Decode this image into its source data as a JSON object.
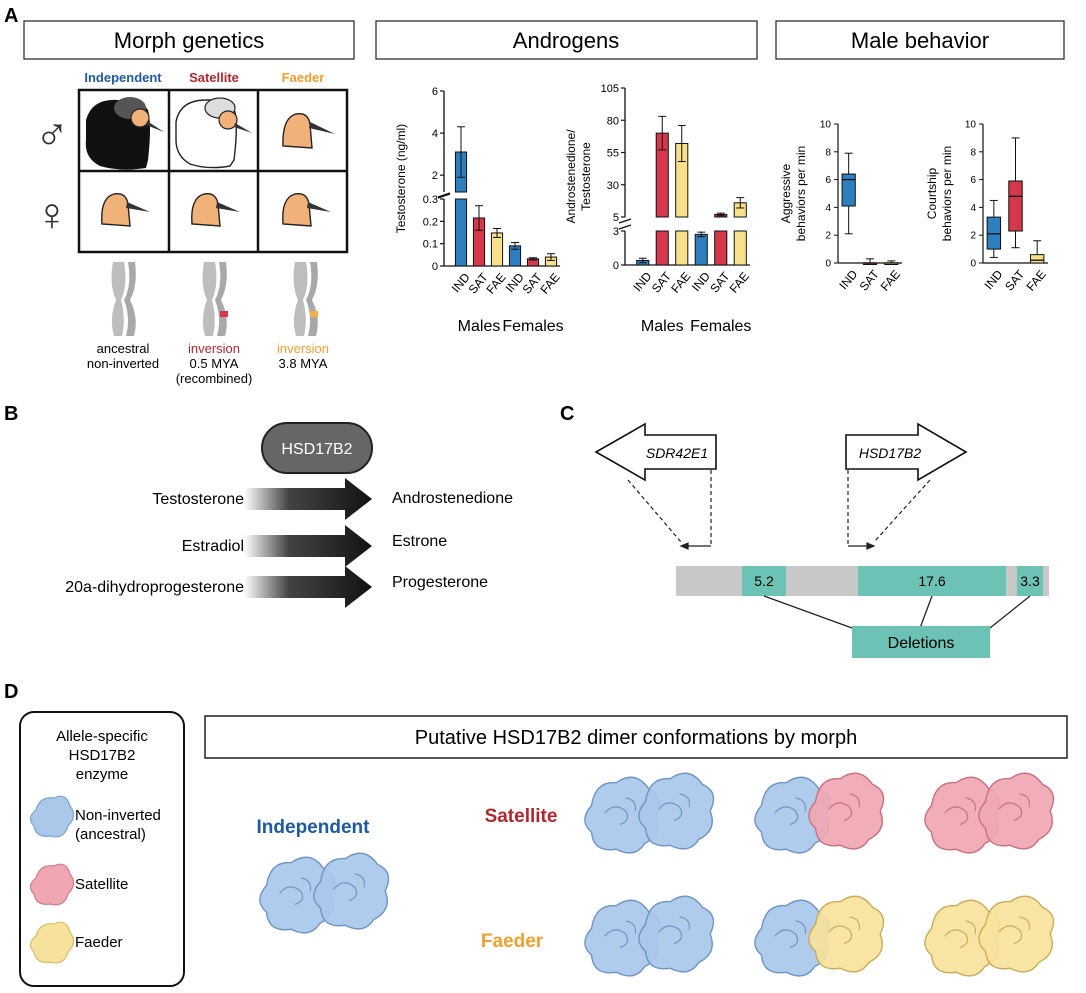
{
  "panels": {
    "a": "A",
    "b": "B",
    "c": "C",
    "d": "D"
  },
  "section_titles": {
    "morph": "Morph genetics",
    "androgens": "Androgens",
    "behavior": "Male behavior"
  },
  "morphs": {
    "independent": "Independent",
    "satellite": "Satellite",
    "faeder": "Faeder"
  },
  "sex_symbols": {
    "male": "♂",
    "female": "♀"
  },
  "chromosomes": [
    {
      "line1": "ancestral",
      "line2": "non-inverted",
      "line3": ""
    },
    {
      "line1": "inversion",
      "line2": "0.5 MYA",
      "line3": "(recombined)"
    },
    {
      "line1": "inversion",
      "line2": "3.8 MYA",
      "line3": ""
    }
  ],
  "colors": {
    "ind": "#2e7fbf",
    "sat": "#d5384a",
    "fae": "#f8e08a",
    "teal": "#6cc2b5",
    "ind_text": "#1f5aa0",
    "sat_text": "#b0282e",
    "fae_text": "#f0a030"
  },
  "chart_data": [
    {
      "type": "bar",
      "ylabel": "Testosterone (ng/ml)",
      "categories": [
        "IND",
        "SAT",
        "FAE",
        "IND",
        "SAT",
        "FAE"
      ],
      "groups": [
        "Males",
        "Females"
      ],
      "values": [
        3.1,
        0.215,
        0.148,
        0.09,
        0.032,
        0.04
      ],
      "errors": [
        1.2,
        0.055,
        0.02,
        0.015,
        0.005,
        0.015
      ],
      "yticks_upper": [
        "2",
        "4",
        "6"
      ],
      "yticks_lower": [
        "0",
        "0.1",
        "0.2",
        "0.3"
      ],
      "axis_break": true
    },
    {
      "type": "bar",
      "ylabel": "Androstenedione/ Testosterone",
      "categories": [
        "IND",
        "SAT",
        "FAE",
        "IND",
        "SAT",
        "FAE"
      ],
      "groups": [
        "Males",
        "Females"
      ],
      "values": [
        0.4,
        70,
        62,
        2.7,
        7,
        16
      ],
      "errors": [
        0.2,
        13,
        14,
        0.2,
        1,
        4
      ],
      "yticks_upper": [
        "5",
        "30",
        "55",
        "80",
        "105"
      ],
      "yticks_lower": [
        "0",
        "3"
      ],
      "axis_break": true
    },
    {
      "type": "box",
      "ylabel": "Aggressive behaviors per min",
      "categories": [
        "IND",
        "SAT",
        "FAE"
      ],
      "ylim": [
        0,
        10
      ],
      "yticks": [
        "0",
        "2",
        "4",
        "6",
        "8",
        "10"
      ],
      "boxes": [
        {
          "min": 2.1,
          "q1": 4.1,
          "median": 6.0,
          "q3": 6.4,
          "max": 7.9
        },
        {
          "min": 0,
          "q1": 0,
          "median": 0,
          "q3": 0,
          "max": 0.3
        },
        {
          "min": 0,
          "q1": 0,
          "median": 0,
          "q3": 0,
          "max": 0.15
        }
      ]
    },
    {
      "type": "box",
      "ylabel": "Courtship behaviors per min",
      "categories": [
        "IND",
        "SAT",
        "FAE"
      ],
      "ylim": [
        0,
        10
      ],
      "yticks": [
        "0",
        "2",
        "4",
        "6",
        "8",
        "10"
      ],
      "boxes": [
        {
          "min": 0.4,
          "q1": 1.0,
          "median": 2.1,
          "q3": 3.3,
          "max": 4.5
        },
        {
          "min": 1.1,
          "q1": 2.3,
          "median": 4.8,
          "q3": 5.9,
          "max": 9.0
        },
        {
          "min": 0,
          "q1": 0,
          "median": 0.2,
          "q3": 0.6,
          "max": 1.6
        }
      ]
    }
  ],
  "group_labels": {
    "males": "Males",
    "females": "Females"
  },
  "pathway": {
    "enzyme": "HSD17B2",
    "rows": [
      {
        "substrate": "Testosterone",
        "product": "Androstenedione"
      },
      {
        "substrate": "Estradiol",
        "product": "Estrone"
      },
      {
        "substrate": "20a-dihydroprogesterone",
        "product": "Progesterone"
      }
    ]
  },
  "genes": {
    "left": "SDR42E1",
    "right": "HSD17B2",
    "deletions_label": "Deletions",
    "deletions": [
      "5.2",
      "17.6",
      "3.3"
    ]
  },
  "legend": {
    "title_line1": "Allele-specific",
    "title_line2": "HSD17B2",
    "title_line3": "enzyme",
    "items": [
      {
        "line1": "Non-inverted",
        "line2": "(ancestral)"
      },
      {
        "line1": "Satellite",
        "line2": ""
      },
      {
        "line1": "Faeder",
        "line2": ""
      }
    ]
  },
  "dimer_title": "Putative HSD17B2 dimer conformations by morph",
  "dimer_labels": {
    "independent": "Independent",
    "satellite": "Satellite",
    "faeder": "Faeder"
  }
}
